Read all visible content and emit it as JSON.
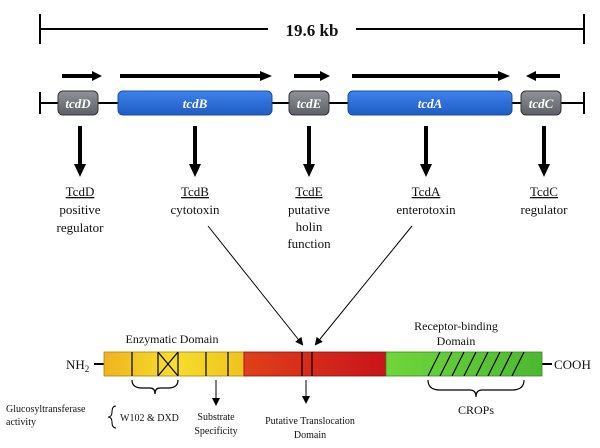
{
  "locus": {
    "length_label": "19.6 kb"
  },
  "genes": [
    {
      "key": "tcdD",
      "label": "tcdD",
      "color": "#7a7d82",
      "direction": "right"
    },
    {
      "key": "tcdB",
      "label": "tcdB",
      "color": "#2a6fd6",
      "direction": "right"
    },
    {
      "key": "tcdE",
      "label": "tcdE",
      "color": "#7a7d82",
      "direction": "right"
    },
    {
      "key": "tcdA",
      "label": "tcdA",
      "color": "#2a6fd6",
      "direction": "right"
    },
    {
      "key": "tcdC",
      "label": "tcdC",
      "color": "#7a7d82",
      "direction": "left"
    }
  ],
  "proteins": [
    {
      "name": "TcdD",
      "desc": [
        "positive",
        "regulator"
      ]
    },
    {
      "name": "TcdB",
      "desc": [
        "cytotoxin"
      ]
    },
    {
      "name": "TcdE",
      "desc": [
        "putative",
        "holin",
        "function"
      ]
    },
    {
      "name": "TcdA",
      "desc": [
        "enterotoxin"
      ]
    },
    {
      "name": "TcdC",
      "desc": [
        "regulator"
      ]
    }
  ],
  "toxin": {
    "n_terminus": "NH",
    "n_terminus_sub": "2",
    "c_terminus": "COOH",
    "enzymatic_domain": "Enzymatic Domain",
    "receptor_domain": [
      "Receptor-binding",
      "Domain"
    ],
    "glucosyltransferase": [
      "Glucosyltransferase",
      "activity"
    ],
    "w102_dxd": "W102 & DXD",
    "substrate": [
      "Substrate",
      "Specificity"
    ],
    "translocation": [
      "Putative Translocation",
      "Domain"
    ],
    "crops": "CROPs",
    "colors": {
      "enzymatic": "#f2d21e",
      "translocation": "#d9261c",
      "receptor": "#5cc93a"
    }
  }
}
